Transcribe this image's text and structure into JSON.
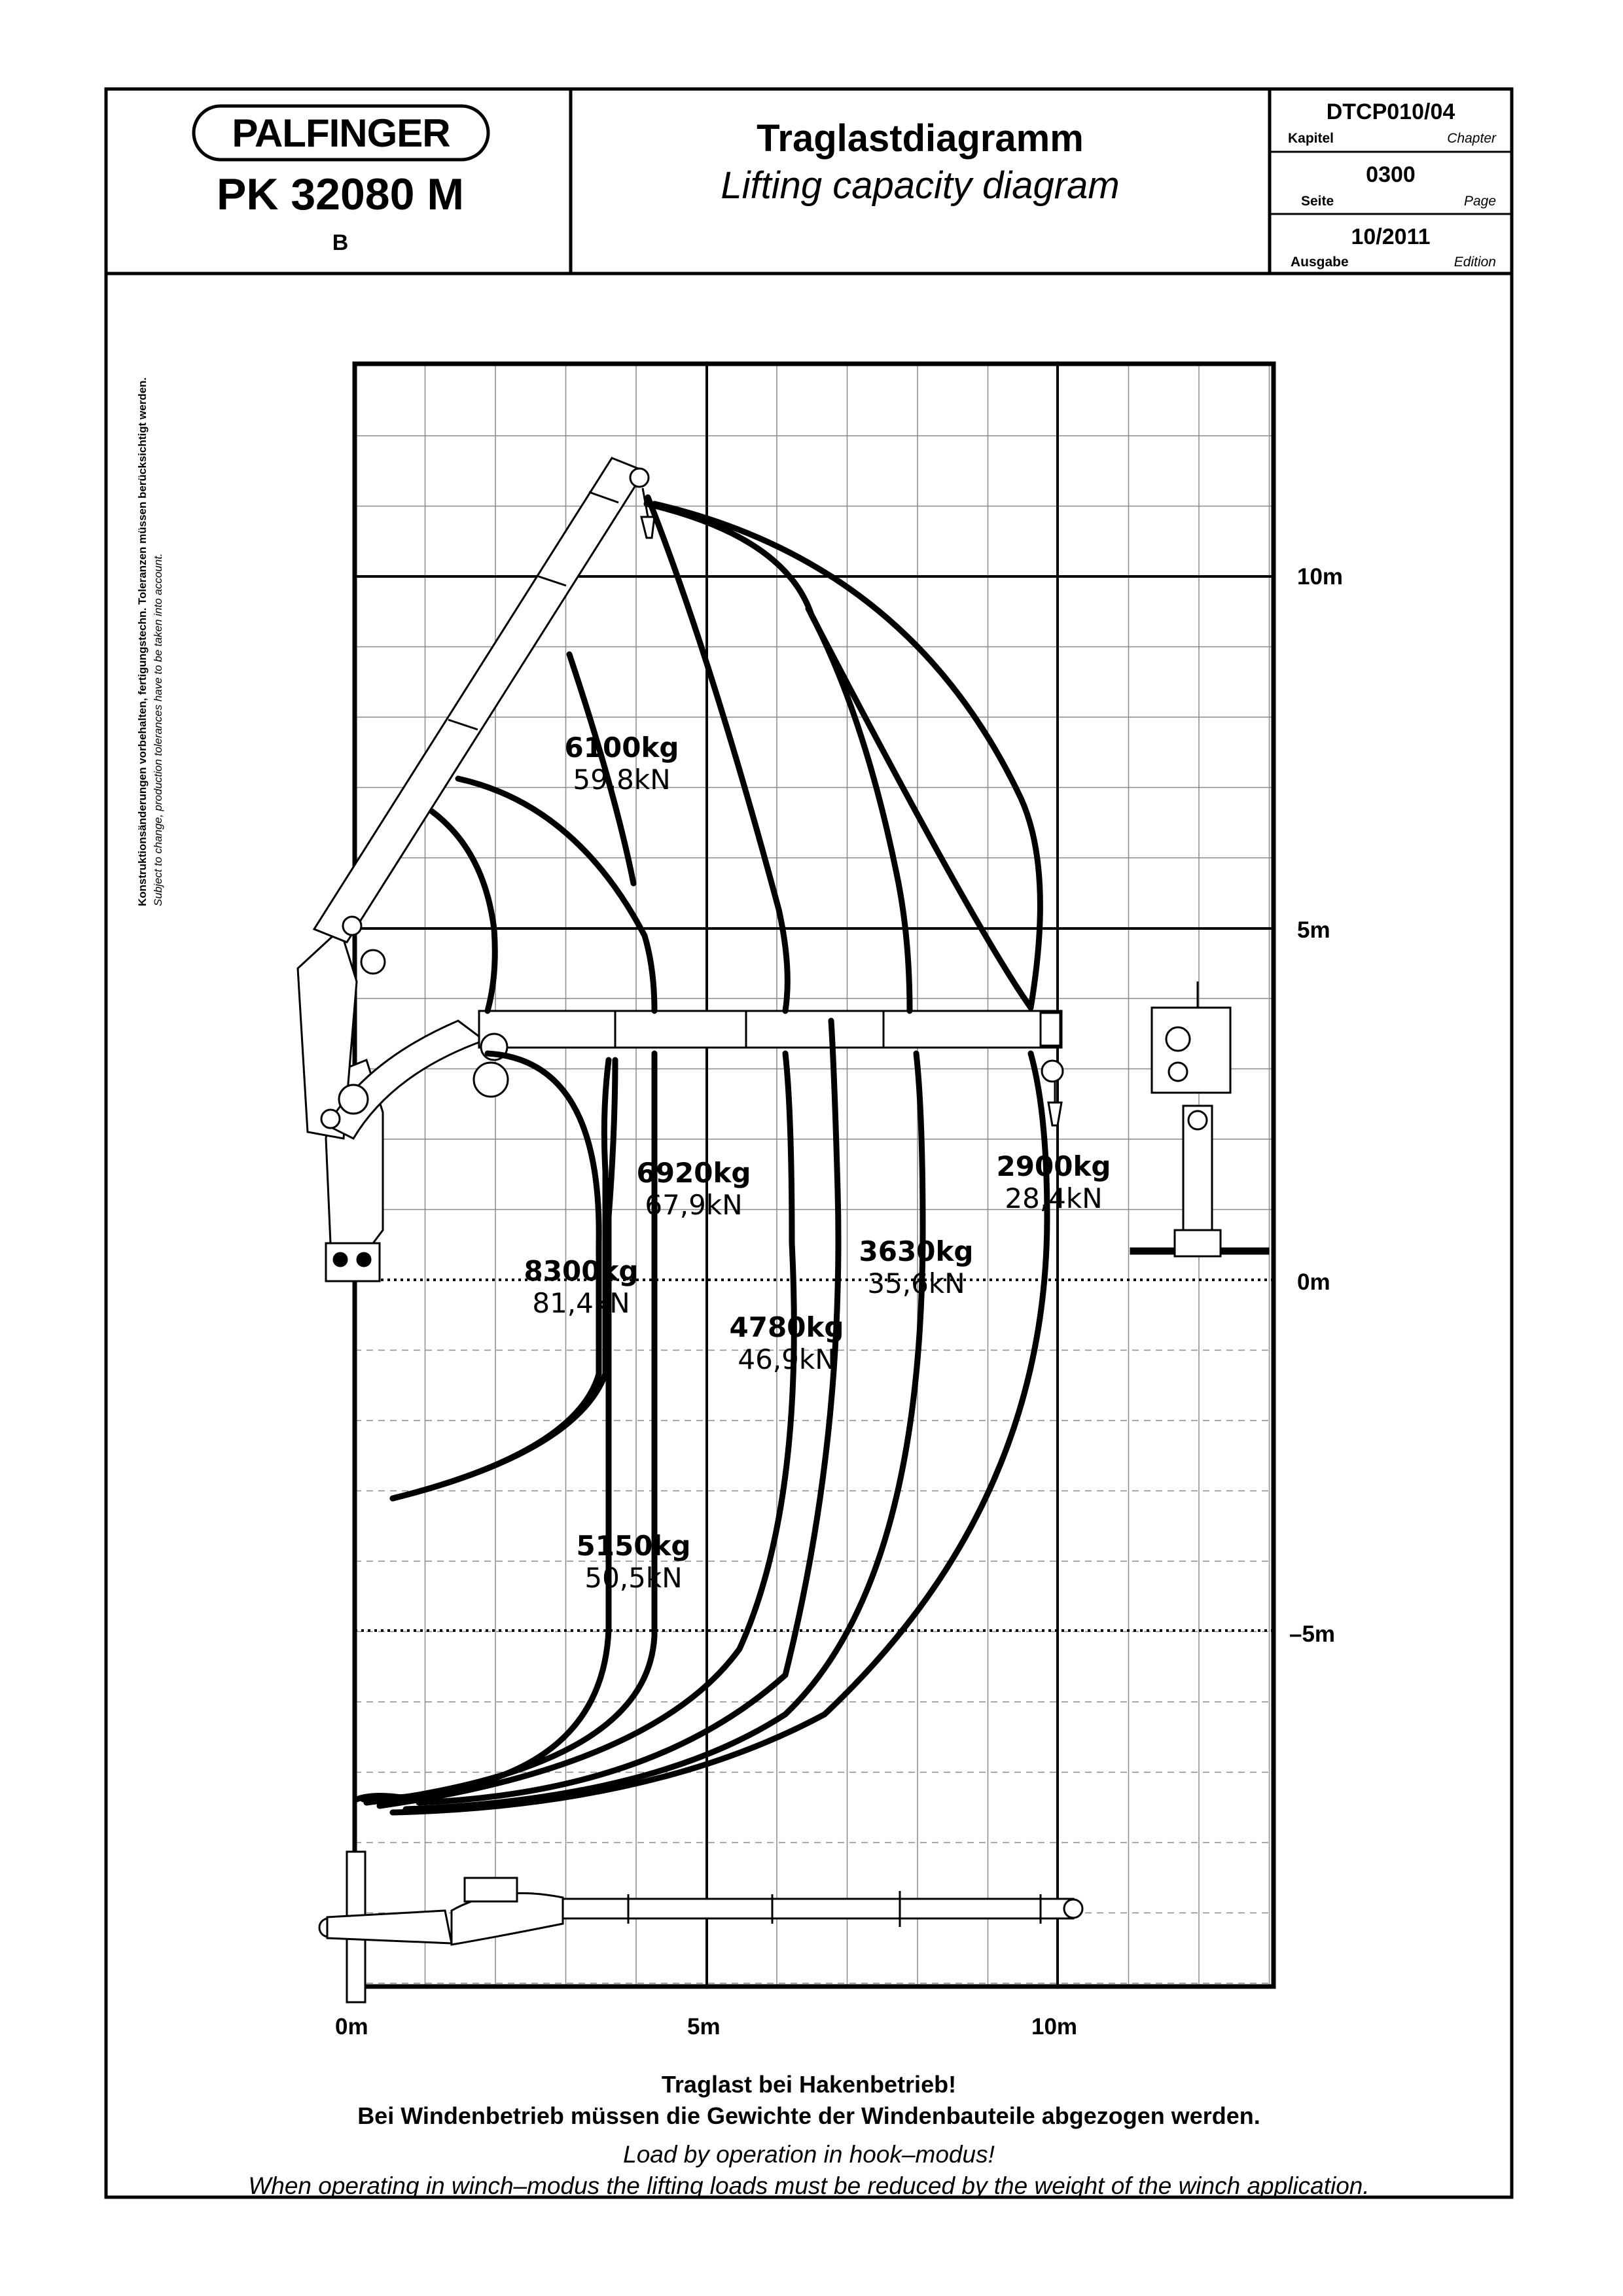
{
  "header": {
    "brand": "PALFINGER",
    "model": "PK 32080 M",
    "revision": "B",
    "title_de": "Traglastdiagramm",
    "title_en": "Lifting capacity diagram",
    "chapter_value": "DTCP010/04",
    "chapter_de": "Kapitel",
    "chapter_en": "Chapter",
    "page_value": "0300",
    "page_de": "Seite",
    "page_en": "Page",
    "edition_value": "10/2011",
    "edition_de": "Ausgabe",
    "edition_en": "Edition"
  },
  "side_note": {
    "de": "Konstruktionsänderungen vorbehalten, fertigungstechn. Toleranzen müssen berücksichtigt werden.",
    "en": "Subject to change, production tolerances have to be taken into account."
  },
  "axes": {
    "y_labels": [
      "10m",
      "5m",
      "0m",
      "–5m"
    ],
    "x_labels": [
      "0m",
      "5m",
      "10m"
    ]
  },
  "loads": [
    {
      "kg": "6100kg",
      "kn": "59,8kN"
    },
    {
      "kg": "6920kg",
      "kn": "67,9kN"
    },
    {
      "kg": "2900kg",
      "kn": "28,4kN"
    },
    {
      "kg": "8300kg",
      "kn": "81,4kN"
    },
    {
      "kg": "3630kg",
      "kn": "35,6kN"
    },
    {
      "kg": "4780kg",
      "kn": "46,9kN"
    },
    {
      "kg": "5150kg",
      "kn": "50,5kN"
    }
  ],
  "notes": {
    "de_line1": "Traglast bei Hakenbetrieb!",
    "de_line2": "Bei Windenbetrieb müssen die Gewichte der Windenbauteile abgezogen werden.",
    "en_line1": "Load by operation in hook–modus!",
    "en_line2": "When operating in winch–modus the lifting loads must be reduced by the weight of the winch application."
  }
}
